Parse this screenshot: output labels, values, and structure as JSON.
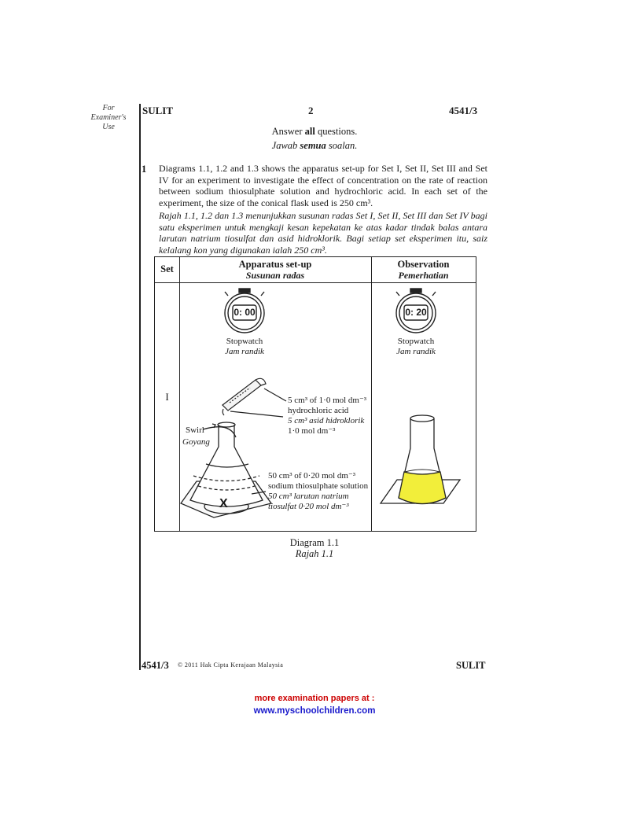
{
  "sidebar": {
    "line1": "For",
    "line2": "Examiner's",
    "line3": "Use"
  },
  "header": {
    "left": "SULIT",
    "page": "2",
    "right": "4541/3"
  },
  "instructions": {
    "en_prefix": "Answer ",
    "en_bold": "all",
    "en_suffix": " questions.",
    "ms_prefix": "Jawab ",
    "ms_bold": "semua",
    "ms_suffix": " soalan."
  },
  "question": {
    "number": "1",
    "text_en": "Diagrams 1.1, 1.2 and 1.3 shows the apparatus set-up for Set I, Set II, Set III and Set IV for an experiment to investigate the effect of concentration on the rate of reaction between sodium thiosulphate solution and hydrochloric acid. In each set of the experiment, the size of the conical flask used is 250 cm³.",
    "text_ms": "Rajah 1.1, 1.2 dan 1.3 menunjukkan susunan radas Set I, Set II, Set III dan Set IV bagi satu eksperimen untuk mengkaji kesan kepekatan ke atas kadar tindak balas antara larutan natrium tiosulfat dan asid hidroklorik. Bagi setiap set eksperimen itu, saiz kelalang kon yang digunakan ialah 250 cm³."
  },
  "table": {
    "col_set": "Set",
    "col_setup_en": "Apparatus set-up",
    "col_setup_ms": "Susunan radas",
    "col_obs_en": "Observation",
    "col_obs_ms": "Pemerhatian",
    "row_set": "I",
    "setup": {
      "stopwatch_time": "0: 00",
      "stopwatch_en": "Stopwatch",
      "stopwatch_ms": "Jam randik",
      "acid_en_1": "5 cm³ of 1·0 mol dm⁻³",
      "acid_en_2": "hydrochloric acid",
      "acid_ms_1": "5 cm³ asid hidroklorik",
      "acid_ms_2": "1·0 mol dm⁻³",
      "swirl_en": "Swirl",
      "swirl_ms": "Goyang",
      "thio_en_1": "50 cm³ of 0·20 mol dm⁻³",
      "thio_en_2": "sodium thiosulphate solution",
      "thio_ms_1": "50 cm³ larutan natrium",
      "thio_ms_2": "tiosulfat 0·20 mol dm⁻³",
      "mark": "X"
    },
    "observation": {
      "stopwatch_time": "0: 20",
      "stopwatch_en": "Stopwatch",
      "stopwatch_ms": "Jam randik"
    }
  },
  "caption": {
    "en": "Diagram 1.1",
    "ms": "Rajah 1.1"
  },
  "footer": {
    "code": "4541/3",
    "copyright": "© 2011 Hak Cipta Kerajaan Malaysia",
    "right": "SULIT"
  },
  "promo": {
    "line1": "more examination papers at :",
    "line2": "www.myschoolchildren.com"
  },
  "colors": {
    "solution_yellow": "#f2ee3a",
    "promo_red": "#cc0000",
    "promo_blue": "#1a1acc"
  }
}
